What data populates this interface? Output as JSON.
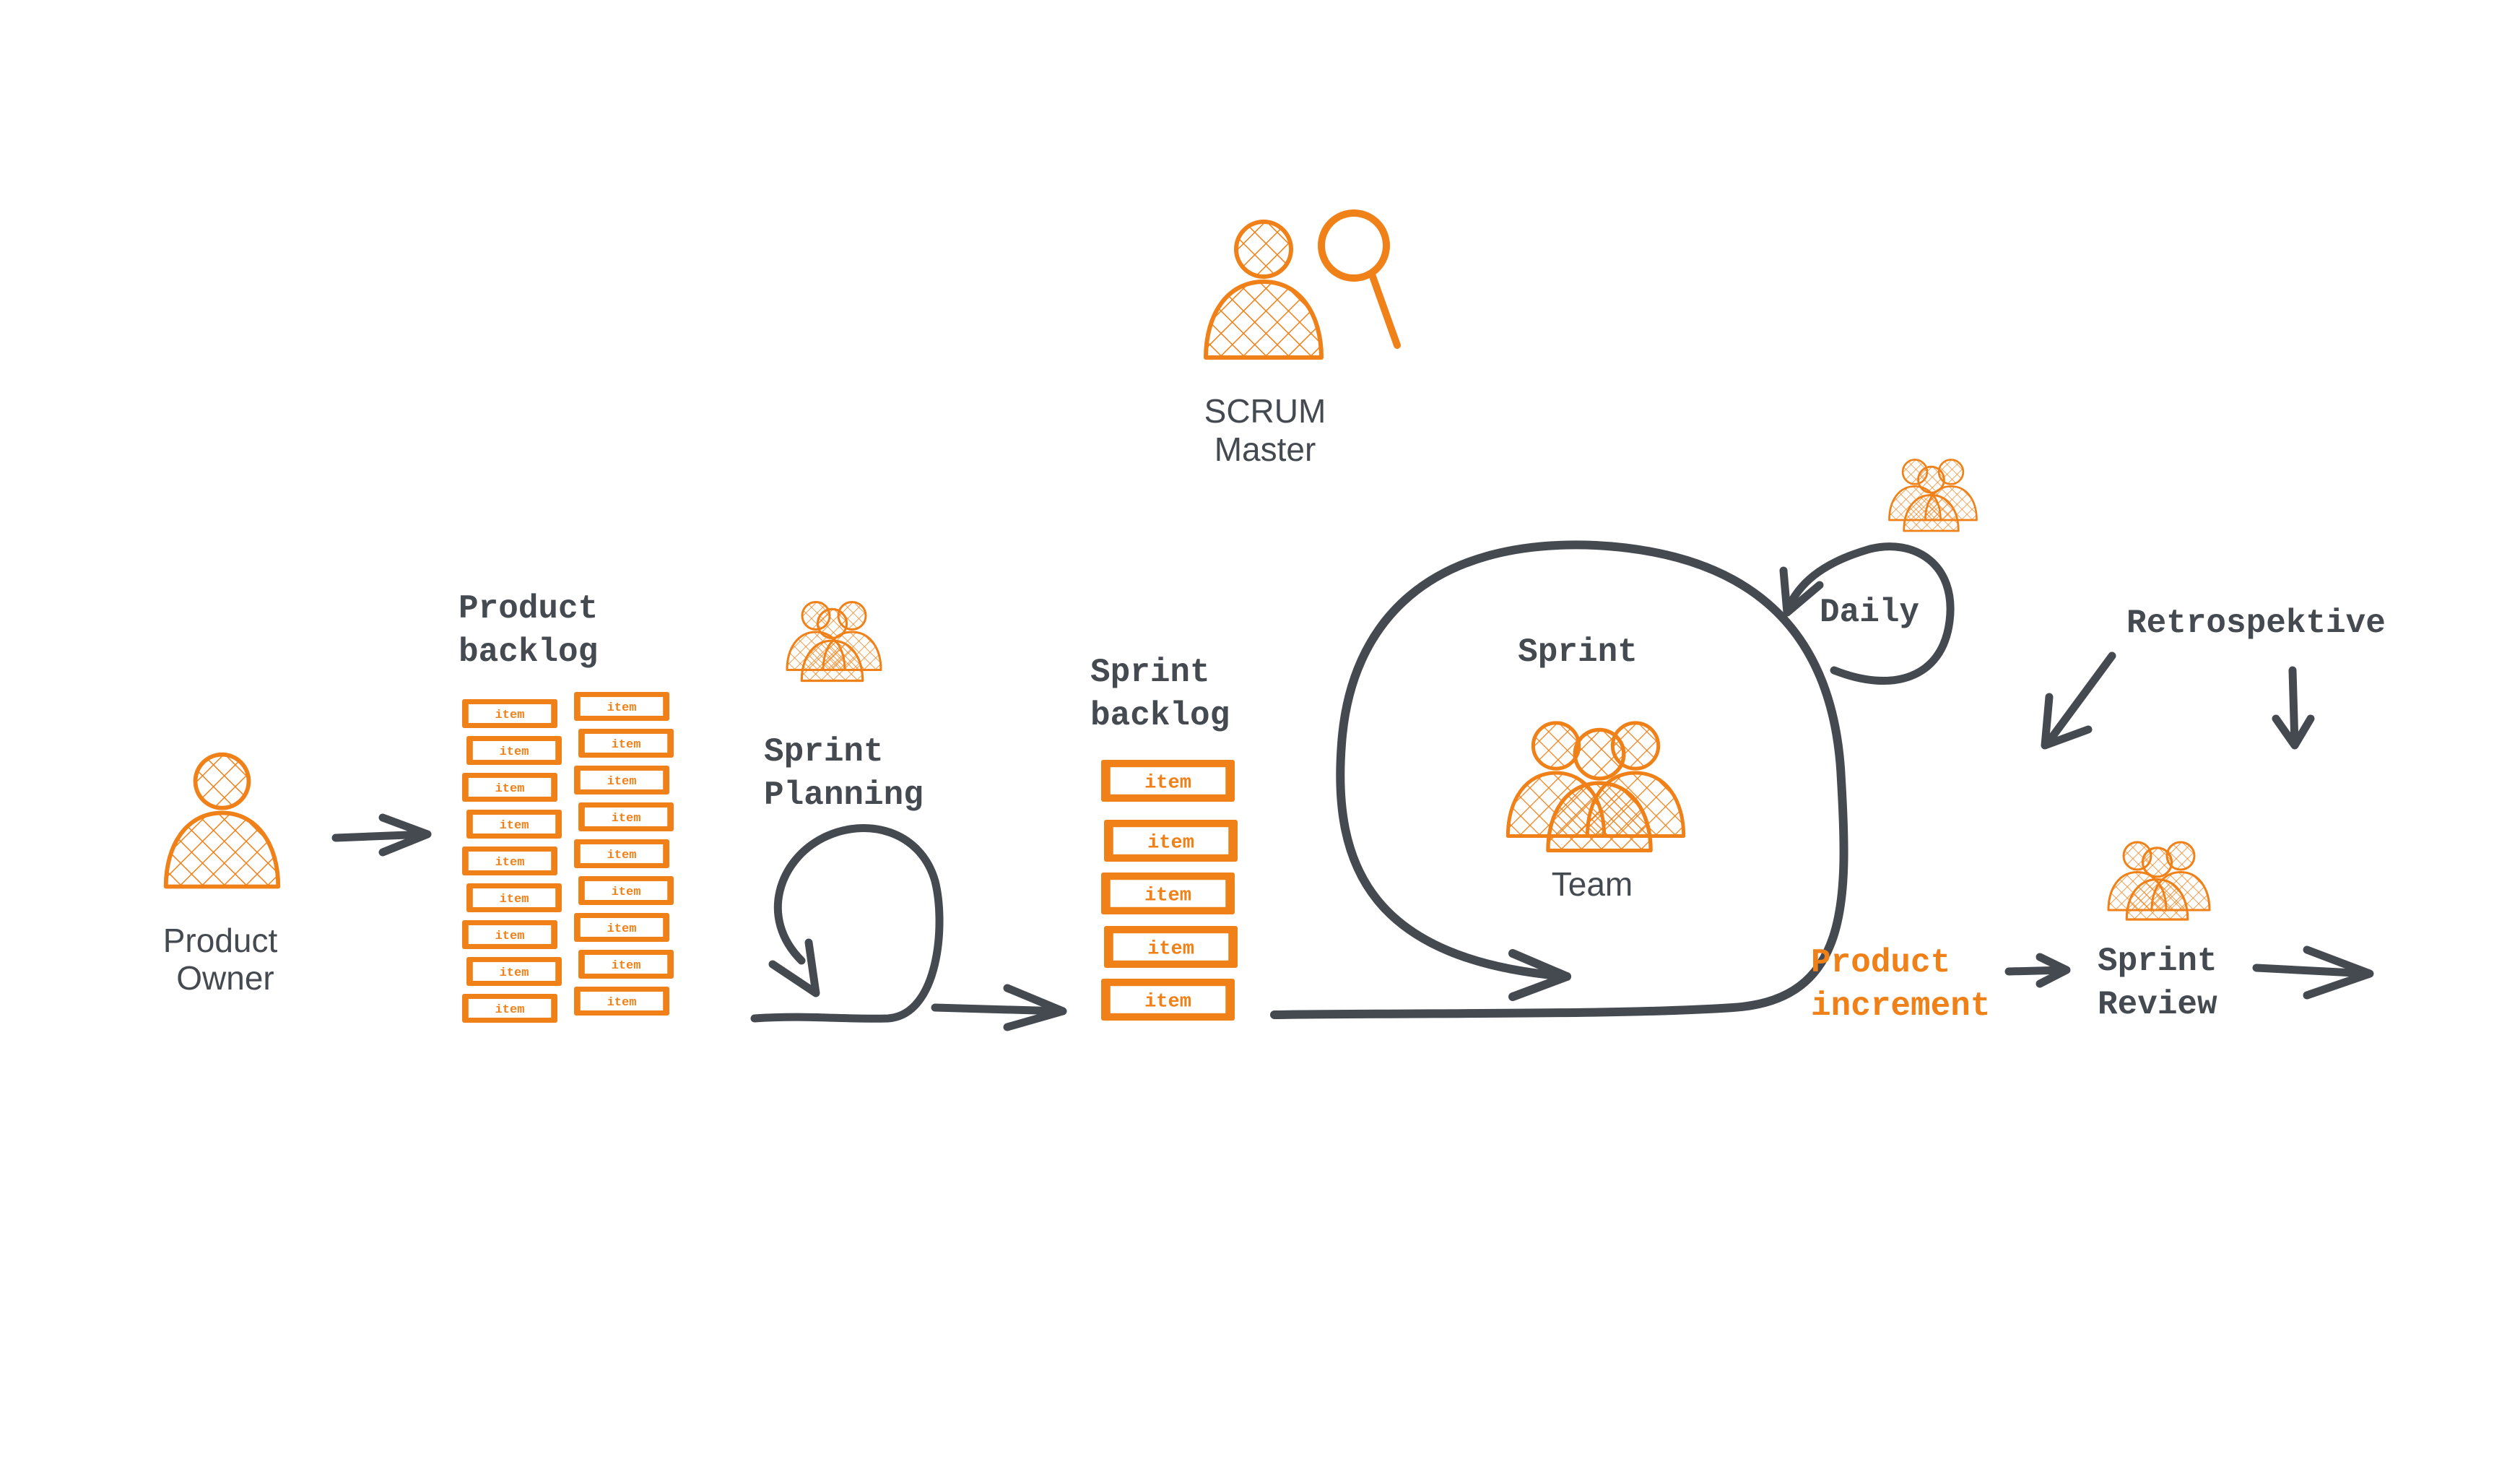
{
  "colors": {
    "orange": "#f08018",
    "dark": "#454a51",
    "background": "#ffffff"
  },
  "labels": {
    "scrum_master_line1": "SCRUM",
    "scrum_master_line2": "Master",
    "product_owner_line1": "Product",
    "product_owner_line2": "Owner",
    "product_backlog_line1": "Product",
    "product_backlog_line2": "backlog",
    "sprint_planning_line1": "Sprint",
    "sprint_planning_line2": "Planning",
    "sprint_backlog_line1": "Sprint",
    "sprint_backlog_line2": "backlog",
    "sprint": "Sprint",
    "team": "Team",
    "daily": "Daily",
    "retrospektive": "Retrospektive",
    "product_increment_line1": "Product",
    "product_increment_line2": "increment",
    "sprint_review_line1": "Sprint",
    "sprint_review_line2": "Review"
  },
  "product_backlog_items": [
    "item",
    "item",
    "item",
    "item",
    "item",
    "item",
    "item",
    "item",
    "item",
    "item",
    "item",
    "item",
    "item",
    "item",
    "item",
    "item",
    "item",
    "item"
  ],
  "sprint_backlog_items": [
    "item",
    "item",
    "item",
    "item",
    "item"
  ],
  "icons": [
    "person-icon",
    "magnifier-icon",
    "team-icon"
  ]
}
